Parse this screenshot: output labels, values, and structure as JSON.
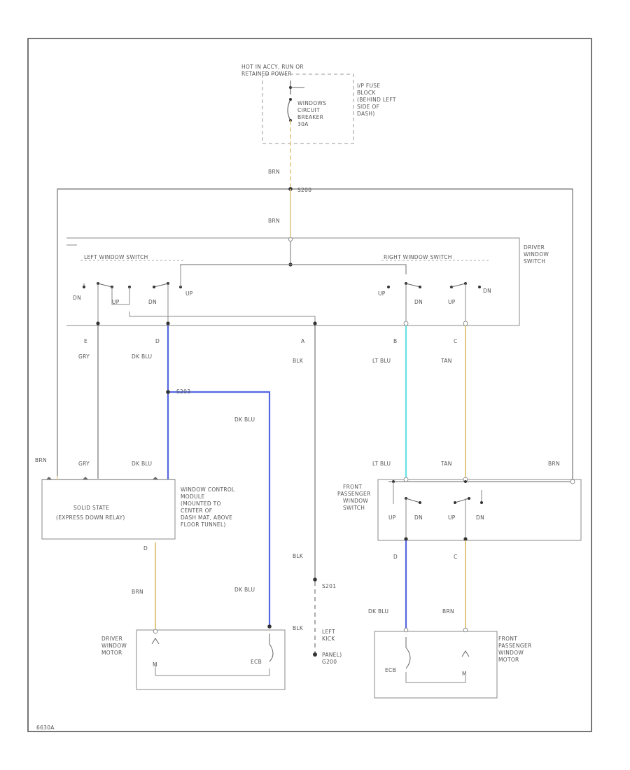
{
  "diagram": {
    "hot_at_all_times": "HOT IN ACCY, RUN OR",
    "hot_in_run": "RETAINED POWER",
    "ip_fuse_block": [
      "I/P FUSE",
      "BLOCK",
      "(BEHIND LEFT",
      "SIDE OF",
      "DASH)"
    ],
    "breaker": [
      "WINDOWS",
      "CIRCUIT",
      "BREAKER",
      "30A"
    ],
    "wire_brn_top": "BRN",
    "splice_top": "S200",
    "wire_brn_mid": "BRN",
    "driver_window_switch": [
      "DRIVER",
      "WINDOW",
      "SWITCH"
    ],
    "left_window_switch": "LEFT WINDOW SWITCH",
    "right_window_switch": "RIGHT WINDOW SWITCH",
    "dn": "DN",
    "up": "UP",
    "pins_top": [
      "E",
      "D",
      "A",
      "B",
      "C"
    ],
    "wire_gry": "GRY",
    "wire_dk_blu": "DK BLU",
    "wire_blk": "BLK",
    "wire_lt_blu": "LT BLU",
    "wire_tan": "TAN",
    "wire_brn": "BRN",
    "splice_mid": "S203",
    "solid_state": [
      "SOLID STATE",
      "(EXPRESS DOWN RELAY)"
    ],
    "module_label": [
      "WINDOW CONTROL",
      "MODULE",
      "(MOUNTED TO",
      "CENTER OF",
      "DASH MAT, ABOVE",
      "FLOOR TUNNEL)"
    ],
    "module_pin": "D",
    "splice_ground": "S201",
    "ground_label": [
      "LEFT",
      "KICK",
      "PANEL)",
      "G200"
    ],
    "driver_motor": [
      "DRIVER",
      "WINDOW",
      "MOTOR"
    ],
    "front_passenger_switch": [
      "FRONT",
      "PASSENGER",
      "WINDOW",
      "SWITCH"
    ],
    "pins_bottom": [
      "D",
      "C"
    ],
    "front_passenger_motor": [
      "FRONT",
      "PASSENGER",
      "WINDOW",
      "MOTOR"
    ],
    "motor_m": "M",
    "motor_ecb": "ECB",
    "diagram_code": "6630A"
  },
  "colors": {
    "brn_wire": "#e3c787",
    "dk_blu_wire": "#5566e0",
    "lt_blu_wire": "#66e0e0",
    "tan_wire": "#e3c787"
  }
}
